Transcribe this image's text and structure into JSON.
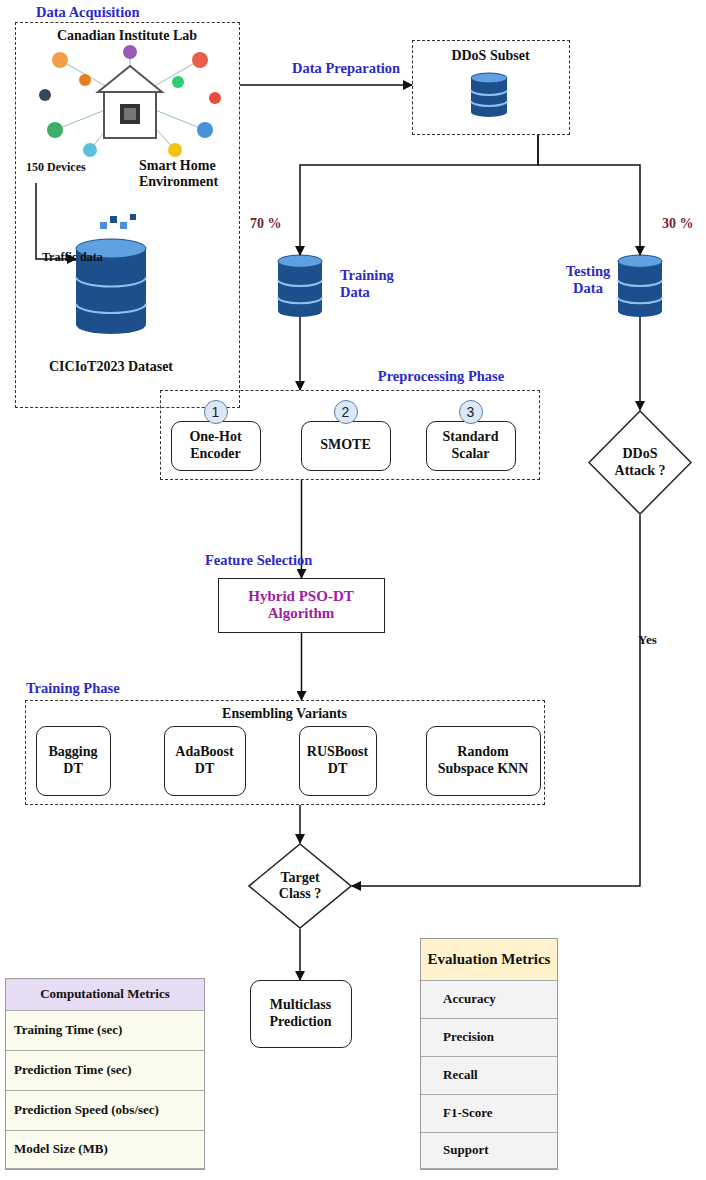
{
  "diagram": {
    "nodes": [
      {
        "text": [
          "Data Acquisition",
          "Canadian Institute Lab"
        ]
      },
      {
        "text": [
          "150 Devices",
          "Smart Home Environment"
        ],
        "in": 0
      },
      {
        "text": [
          "CICIoT2023 Dataset"
        ],
        "in": 0
      },
      {
        "text": [
          "DDoS Subset"
        ]
      },
      {
        "text": [
          "Training Data"
        ]
      },
      {
        "text": [
          "Testing Data"
        ]
      },
      {
        "text": [
          "Preprocessing Phase"
        ]
      },
      {
        "text": [
          "1",
          "One-Hot Encoder"
        ],
        "in": 6
      },
      {
        "text": [
          "2",
          "SMOTE"
        ],
        "in": 6
      },
      {
        "text": [
          "3",
          "Standard Scalar"
        ],
        "in": 6
      },
      {
        "text": [
          "Hybrid PSO-DT Algorithm"
        ]
      },
      {
        "text": [
          "Training Phase",
          "Ensembling Variants"
        ]
      },
      {
        "text": [
          "Bagging DT"
        ],
        "in": 11
      },
      {
        "text": [
          "AdaBoost DT"
        ],
        "in": 11
      },
      {
        "text": [
          "RUSBoost DT"
        ],
        "in": 11
      },
      {
        "text": [
          "Random Subspace KNN"
        ],
        "in": 11
      },
      {
        "text": [
          "DDoS Attack ?"
        ]
      },
      {
        "text": [
          "Target Class ?"
        ]
      },
      {
        "text": [
          "Multiclass Prediction"
        ]
      },
      {
        "text": [
          "Computational Metrics",
          "Training Time (sec)",
          "Prediction Time (sec)",
          "Prediction Speed (obs/sec)",
          "Model Size (MB)"
        ]
      },
      {
        "text": [
          "Evaluation Metrics",
          "Accuracy",
          "Precision",
          "Recall",
          "F1-Score",
          "Support"
        ]
      }
    ],
    "edges": [
      {
        "from": 1,
        "to": 2,
        "label": "Traffic data",
        "arrow": "to"
      },
      {
        "from": 0,
        "to": 3,
        "label": "Data Preparation",
        "arrow": "to"
      },
      {
        "from": 3,
        "to": 4,
        "label": "70 %",
        "arrow": "to"
      },
      {
        "from": 3,
        "to": 5,
        "label": "30 %",
        "arrow": "to"
      },
      {
        "from": 4,
        "to": 6,
        "arrow": "to"
      },
      {
        "from": 5,
        "to": 16,
        "arrow": "to"
      },
      {
        "from": 6,
        "to": 10,
        "arrow": "to"
      },
      {
        "from": 10,
        "to": 11,
        "arrow": "to"
      },
      {
        "from": 11,
        "to": 17,
        "arrow": "to"
      },
      {
        "from": 16,
        "to": 17,
        "label": "Yes",
        "arrow": "to"
      },
      {
        "from": 17,
        "to": 18,
        "arrow": "to"
      }
    ],
    "labels": [
      "Feature Selection"
    ]
  }
}
